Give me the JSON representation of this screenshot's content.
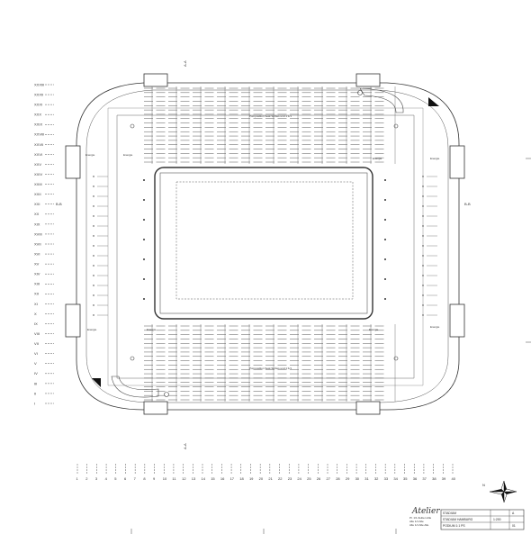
{
  "plan": {
    "row_labels": [
      "XXXIII",
      "XXXII",
      "XXXI",
      "XXX",
      "XXIX",
      "XXVIII",
      "XXVII",
      "XXVI",
      "XXV",
      "XXIV",
      "XXIII",
      "XXII",
      "XXI",
      "XX",
      "XIX",
      "XVIII",
      "XVII",
      "XVI",
      "XV",
      "XIV",
      "XIII",
      "XII",
      "XI",
      "X",
      "IX",
      "VIII",
      "VII",
      "VI",
      "V",
      "IV",
      "III",
      "II",
      "I"
    ],
    "column_labels": [
      "1",
      "2",
      "3",
      "4",
      "5",
      "6",
      "7",
      "8",
      "9",
      "10",
      "11",
      "12",
      "13",
      "14",
      "15",
      "16",
      "17",
      "18",
      "19",
      "20",
      "21",
      "22",
      "23",
      "24",
      "25",
      "26",
      "27",
      "28",
      "29",
      "30",
      "31",
      "32",
      "33",
      "34",
      "35",
      "36",
      "37",
      "38",
      "39",
      "40"
    ],
    "seat_label_top": "Pomposition Seat Sprites und 1:1/1",
    "seat_label_bottom": "Pomposition Seat Sprites und 1:1/1",
    "room_label": "Energie",
    "section_labels": {
      "top": "A-A",
      "bottom": "A-A",
      "left": "B-B",
      "right": "B-B"
    }
  },
  "title_block": {
    "company_name": "Atelier",
    "address_lines": [
      "Pl. 1/1 Zeitten Alle",
      "Alle 1/1 Alle",
      "Alle 1/1 Alle Alle"
    ],
    "rows": [
      "STADIUM",
      "STADIUM HAMBURG",
      "PODIUM 1:1 PS"
    ],
    "cells": [
      "1:200",
      "A",
      "01"
    ]
  },
  "north_label": "N",
  "colors": {
    "line": "#333333",
    "light": "#888888",
    "fill": "#ffffff"
  }
}
